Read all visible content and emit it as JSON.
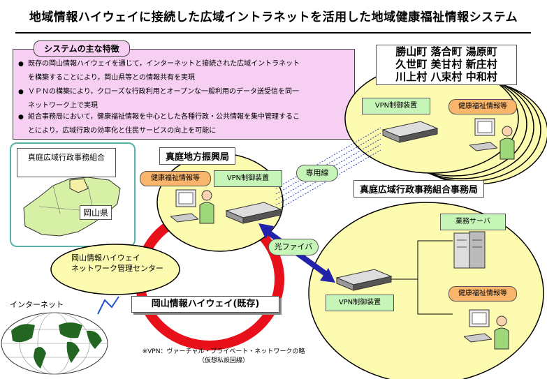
{
  "title": "地域情報ハイウェイに接続した広域イントラネットを活用した地域健康福祉情報システム",
  "features": {
    "heading": "システムの主な特徴",
    "items": [
      [
        "既存の岡山情報ハイウェイを通じて，インターネットと接続された広域イントラネット",
        "を構築することにより，岡山県等との情報共有を実現"
      ],
      [
        "ＶＰＮの構築により，クローズな行政利用とオープンな一般利用のデータ送受信を同一",
        "ネットワーク上で実現"
      ],
      [
        "組合事務局において，健康福祉情報を中心とした各種行政・公共情報を集中管理するこ",
        "とにより，広域行政の効率化と住民サービスの向上を可能に"
      ]
    ]
  },
  "map": {
    "region_label": "真庭広域行政事務組合",
    "pref_label": "岡山県"
  },
  "villages": {
    "rows": [
      [
        "勝山町",
        "落合町",
        "湯原町"
      ],
      [
        "久世町",
        "美甘村",
        "新庄村"
      ],
      [
        "川上村",
        "八束村",
        "中和村"
      ]
    ]
  },
  "village_site": {
    "vpn_label": "VPN制御装置",
    "info_label": "健康福祉情報等"
  },
  "local_office": {
    "title": "真庭地方振興局",
    "vpn_label": "VPN制御装置",
    "info_label": "健康福祉情報等"
  },
  "leased_line_label": "専用線",
  "fiber_label": "光ファイバ",
  "union_office": {
    "title": "真庭広域行政事務組合事務局",
    "server_label": "業務サーバ",
    "vpn_label": "VPN制御装置",
    "info_label": "健康福祉情報等"
  },
  "noc_label": "岡山情報ハイウェイ\nネットワーク管理センター",
  "highway_label": "岡山情報ハイウェイ(既存)",
  "internet_label": "インターネット",
  "footnote": "※VPN：ヴァーチャル・プライベート・ネットワークの略\n（仮想私設回線）",
  "colors": {
    "features_bg": "#f6cff3",
    "site_bg": "#fdfbb0",
    "vpn_bg": "#c6f5b8",
    "info_bg": "#f9b56c",
    "ring": "#e8101a",
    "fiber": "#2222aa",
    "map_frame": "#57b3a8",
    "land": "#d6f0a6"
  },
  "icons": [
    "computer-icon",
    "router-icon",
    "server-icon",
    "globe-icon",
    "bulb-icon",
    "person-icon"
  ]
}
